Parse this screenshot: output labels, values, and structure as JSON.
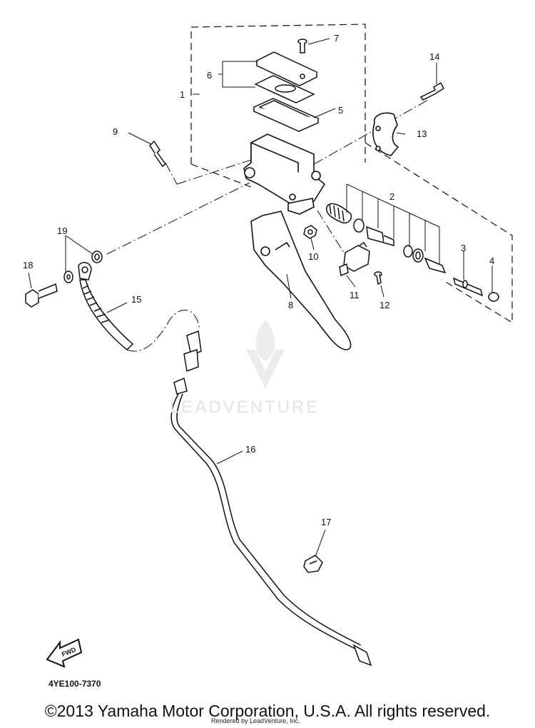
{
  "diagram": {
    "code": "4YE100-7370",
    "fwd_label": "FWD",
    "watermark": "LEADVENTURE",
    "copyright": "©2013 Yamaha Motor Corporation, U.S.A. All rights reserved.",
    "rendered_by": "Rendered by LeadVenture, Inc.",
    "callouts": [
      "1",
      "2",
      "3",
      "4",
      "5",
      "6",
      "7",
      "8",
      "9",
      "10",
      "11",
      "12",
      "13",
      "14",
      "15",
      "16",
      "17",
      "18",
      "19"
    ]
  }
}
